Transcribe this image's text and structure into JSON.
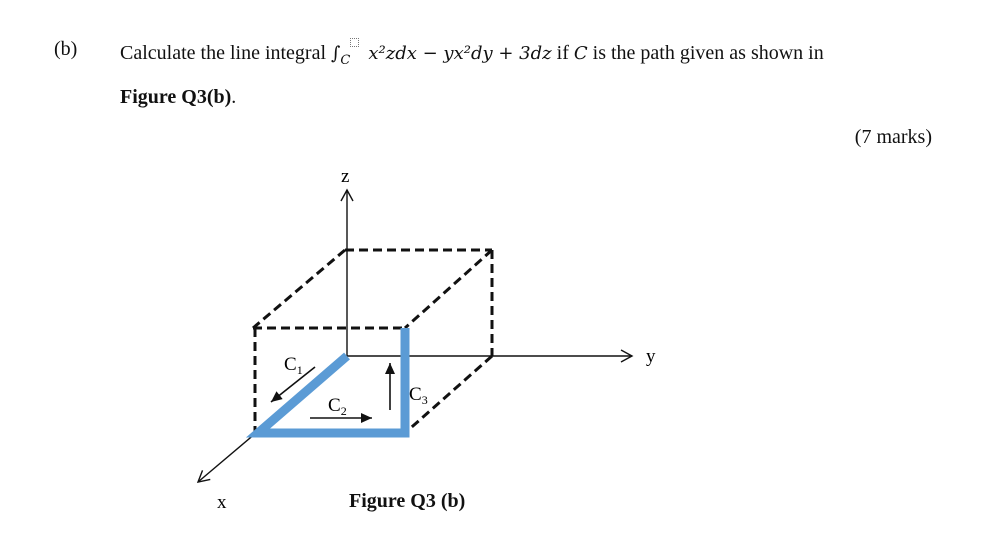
{
  "question": {
    "part_label": "(b)",
    "text_before": "Calculate the line integral",
    "integral_sign": "∫",
    "integral_subscript": "C",
    "integrand": "x²zdx − yx²dy + 3dz",
    "text_after_if": "if",
    "path_symbol": "C",
    "text_after": "is the path given as shown in",
    "figure_ref": "Figure Q3(b)",
    "figure_ref_punct": ".",
    "marks": "(7 marks)"
  },
  "figure": {
    "caption": "Figure Q3 (b)",
    "axis_labels": {
      "x": "x",
      "y": "y",
      "z": "z"
    },
    "path_labels": [
      {
        "name": "C",
        "sub": "1"
      },
      {
        "name": "C",
        "sub": "2"
      },
      {
        "name": "C",
        "sub": "3"
      }
    ],
    "path_color": "#5b9bd5"
  }
}
